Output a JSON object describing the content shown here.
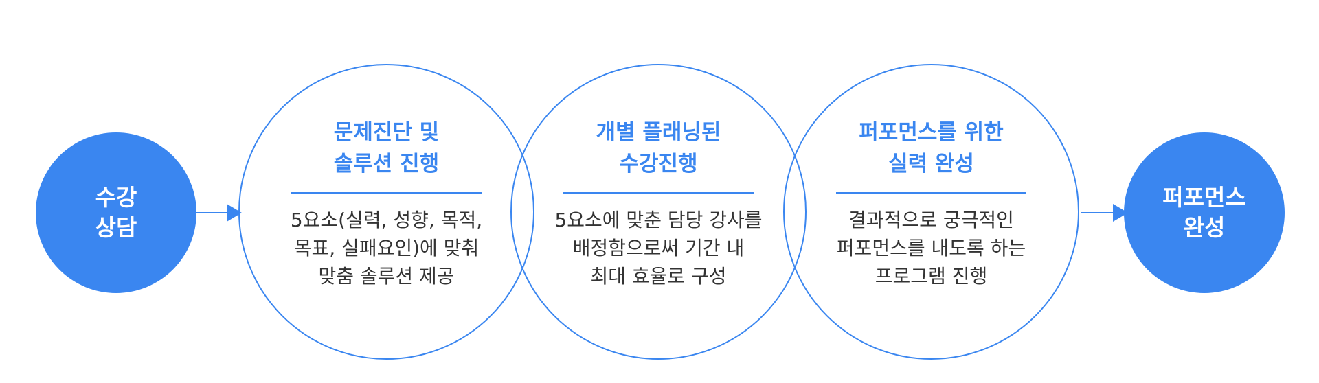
{
  "start": {
    "lines": [
      "수강",
      "상담"
    ]
  },
  "steps": [
    {
      "title": [
        "문제진단 및",
        "솔루션 진행"
      ],
      "desc": [
        "5요소(실력, 성향, 목적,",
        "목표, 실패요인)에 맞춰",
        "맞춤 솔루션 제공"
      ]
    },
    {
      "title": [
        "개별 플래닝된",
        "수강진행"
      ],
      "desc": [
        "5요소에 맞춘 담당 강사를",
        "배정함으로써 기간 내",
        "최대 효율로 구성"
      ]
    },
    {
      "title": [
        "퍼포먼스를 위한",
        "실력 완성"
      ],
      "desc": [
        "결과적으로 궁극적인",
        "퍼포먼스를 내도록 하는",
        "프로그램 진행"
      ]
    }
  ],
  "end": {
    "lines": [
      "퍼포먼스",
      "완성"
    ]
  },
  "colors": {
    "accent": "#3a86f0",
    "body_text": "#333333"
  }
}
